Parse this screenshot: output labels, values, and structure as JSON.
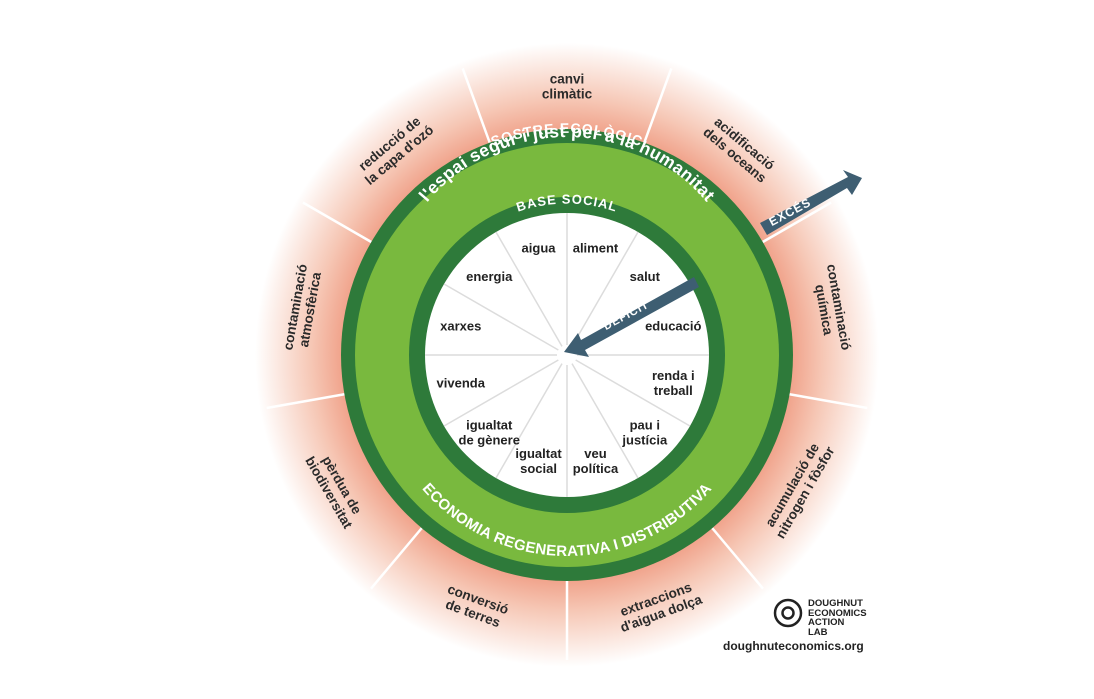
{
  "rings": {
    "ecological_ceiling": "SOSTRE ECOLÒGIC",
    "safe_space": "l'espai segur i just per a la humanitat",
    "social_foundation": "BASE SOCIAL",
    "regenerative_economy": "ECONOMIA REGENERATIVA I DISTRIBUTIVA"
  },
  "arrows": {
    "overshoot": "EXCÉS",
    "shortfall": "DÈFICIT"
  },
  "ecological_boundaries": [
    {
      "lines": [
        "canvi",
        "climàtic"
      ]
    },
    {
      "lines": [
        "acidificació",
        "dels oceans"
      ]
    },
    {
      "lines": [
        "contaminació",
        "química"
      ]
    },
    {
      "lines": [
        "acumulació de",
        "nitrogen i fòsfor"
      ]
    },
    {
      "lines": [
        "extraccions",
        "d'aigua dolça"
      ]
    },
    {
      "lines": [
        "conversió",
        "de terres"
      ]
    },
    {
      "lines": [
        "pèrdua de",
        "biodiversitat"
      ]
    },
    {
      "lines": [
        "contaminació",
        "atmosfèrica"
      ]
    },
    {
      "lines": [
        "reducció de",
        "la capa d'ozó"
      ]
    }
  ],
  "social_foundation_items": [
    {
      "lines": [
        "aliment"
      ]
    },
    {
      "lines": [
        "salut"
      ]
    },
    {
      "lines": [
        "educació"
      ]
    },
    {
      "lines": [
        "renda i",
        "treball"
      ]
    },
    {
      "lines": [
        "pau i",
        "justícia"
      ]
    },
    {
      "lines": [
        "veu",
        "política"
      ]
    },
    {
      "lines": [
        "igualtat",
        "social"
      ]
    },
    {
      "lines": [
        "igualtat",
        "de gènere"
      ]
    },
    {
      "lines": [
        "vivenda"
      ]
    },
    {
      "lines": [
        "xarxes"
      ]
    },
    {
      "lines": [
        "energia"
      ]
    },
    {
      "lines": [
        "aigua"
      ]
    }
  ],
  "logo": {
    "name": "DOUGHNUT\nECONOMICS\nACTION\nLAB",
    "url": "doughnuteconomics.org"
  },
  "colors": {
    "ring_dark": "#2e7a3a",
    "ring_light": "#79b93e",
    "halo": "#f2b8a2",
    "arrow": "#3e5e72"
  }
}
